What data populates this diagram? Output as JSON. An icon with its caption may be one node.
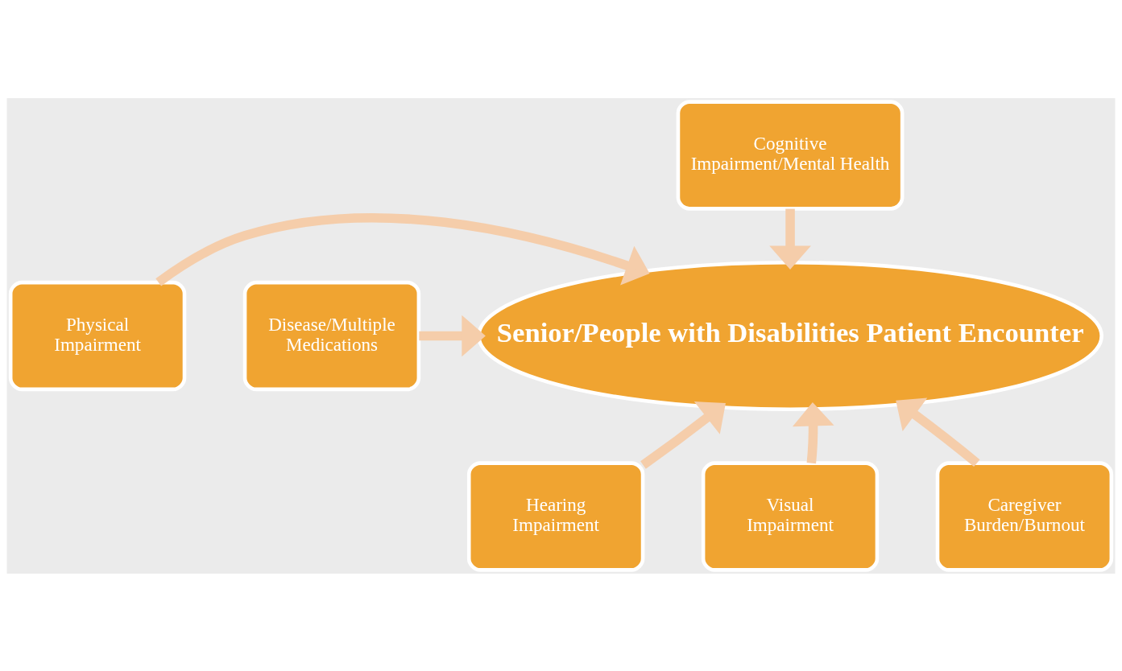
{
  "diagram": {
    "nodes": [
      {
        "text": [
          "Cognitive Impairment/Mental Health"
        ]
      },
      {
        "text": [
          "Physical Impairment"
        ]
      },
      {
        "text": [
          "Senior/People with Disabilities Patient Encounter"
        ]
      },
      {
        "text": [
          "Disease/Multiple Medications"
        ]
      },
      {
        "text": [
          "Hearing Impairment"
        ]
      },
      {
        "text": [
          "Visual Impairment"
        ]
      },
      {
        "text": [
          "Caregiver Burden/Burnout"
        ]
      }
    ],
    "edges": [
      {
        "from": 0,
        "to": 2,
        "arrow": "to"
      },
      {
        "from": 1,
        "to": 2,
        "arrow": "to"
      },
      {
        "from": 3,
        "to": 2,
        "arrow": "to"
      },
      {
        "from": 4,
        "to": 2,
        "arrow": "to"
      },
      {
        "from": 5,
        "to": 2,
        "arrow": "to"
      },
      {
        "from": 6,
        "to": 2,
        "arrow": "to"
      }
    ]
  }
}
